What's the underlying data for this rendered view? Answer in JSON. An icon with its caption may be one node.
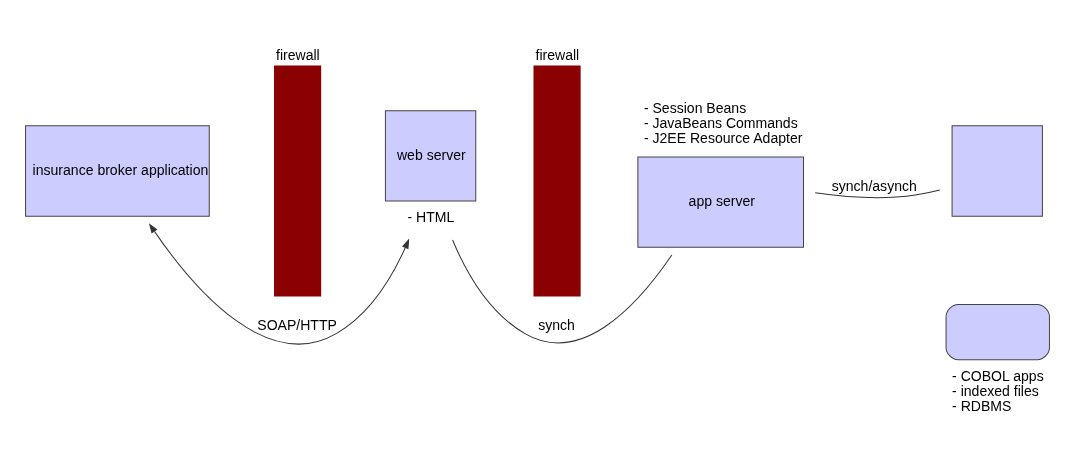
{
  "diagram": {
    "nodes": [
      {
        "text": [
          "insurance broker application"
        ]
      },
      {
        "text": [
          "firewall"
        ]
      },
      {
        "text": [
          "web server"
        ],
        "beside": [
          "- HTML"
        ]
      },
      {
        "text": [
          "firewall"
        ]
      },
      {
        "text": [
          "app server"
        ],
        "beside": [
          "- Session Beans",
          "- JavaBeans Commands",
          "- J2EE Resource Adapter"
        ]
      },
      {
        "text": [],
        "shape": "box"
      },
      {
        "text": [],
        "shape": "document",
        "beside": [
          "- COBOL apps",
          "- indexed files",
          "- RDBMS"
        ]
      }
    ],
    "edges": [
      {
        "from": 0,
        "to": 2,
        "arrow": "both",
        "label": "SOAP/HTTP"
      },
      {
        "from": 2,
        "to": 4,
        "arrow": "none",
        "label": "synch"
      },
      {
        "from": 4,
        "to": 5,
        "arrow": "none",
        "label": "synch/asynch"
      }
    ]
  }
}
